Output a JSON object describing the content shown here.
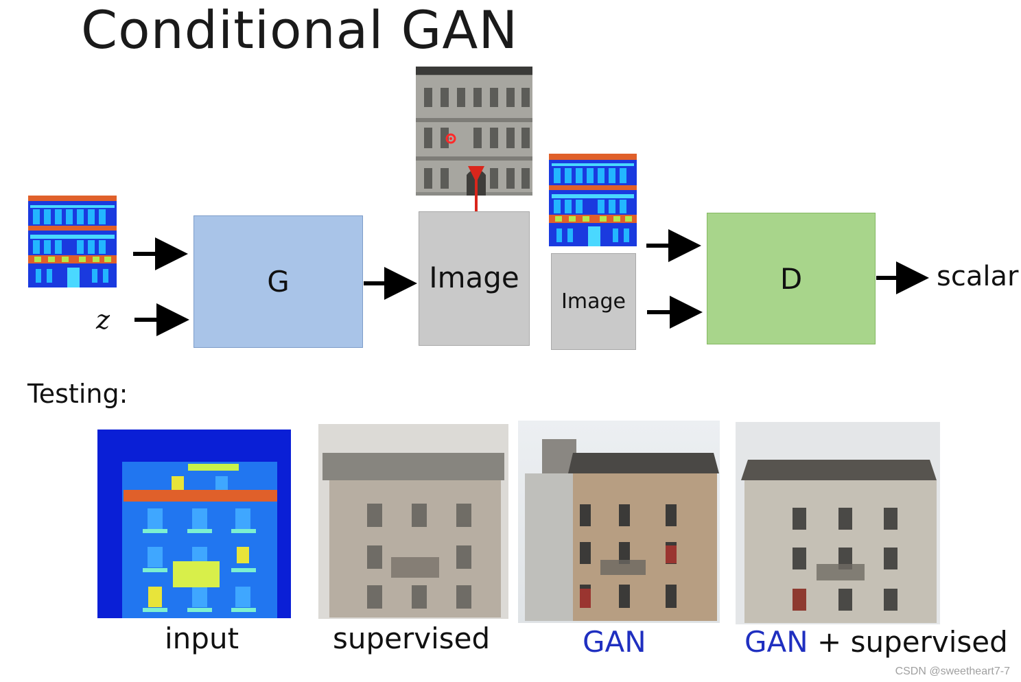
{
  "title": "Conditional GAN",
  "diagram": {
    "generator_label": "G",
    "image_label_generated": "Image",
    "image_label_condition": "Image",
    "discriminator_label": "D",
    "noise_label": "z",
    "output_label": "scalar"
  },
  "testing": {
    "heading": "Testing:",
    "captions": {
      "input": "input",
      "supervised": "supervised",
      "gan": "GAN",
      "gan_supervised_gan": "GAN",
      "gan_supervised_rest": " + supervised"
    }
  },
  "colors": {
    "generator_fill": "#a9c4e8",
    "discriminator_fill": "#a8d58b",
    "image_box_fill": "#c9c9c9",
    "gan_text": "#1f2fc0",
    "arrow": "#000000",
    "red_arrow": "#d9261c"
  },
  "watermark": "CSDN @sweetheart7-7"
}
